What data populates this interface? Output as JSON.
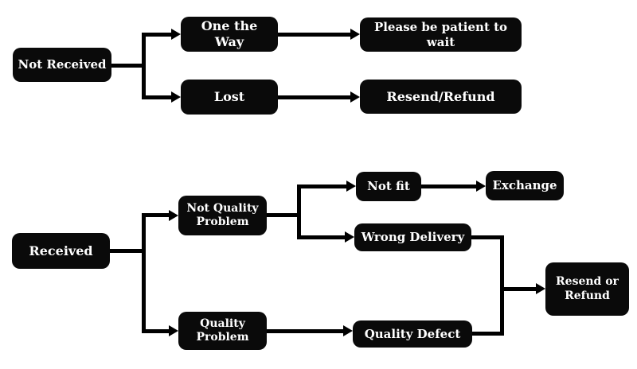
{
  "colors": {
    "background": "#ffffff",
    "node_fill": "#0a0a0a",
    "node_text": "#ffffff",
    "connector": "#000000"
  },
  "nodes": {
    "not_received": {
      "label": "Not Received"
    },
    "one_the_way": {
      "label": "One the Way"
    },
    "please_wait": {
      "label": "Please be patient to wait"
    },
    "lost": {
      "label": "Lost"
    },
    "resend_refund": {
      "label": "Resend/Refund"
    },
    "received": {
      "label": "Received"
    },
    "not_quality_problem": {
      "label": "Not Quality Problem"
    },
    "quality_problem": {
      "label": "Quality Problem"
    },
    "not_fit": {
      "label": "Not fit"
    },
    "exchange": {
      "label": "Exchange"
    },
    "wrong_delivery": {
      "label": "Wrong Delivery"
    },
    "quality_defect": {
      "label": "Quality Defect"
    },
    "resend_or_refund": {
      "label": "Resend or Refund"
    }
  },
  "edges": [
    {
      "from": "not_received",
      "to": "one_the_way"
    },
    {
      "from": "not_received",
      "to": "lost"
    },
    {
      "from": "one_the_way",
      "to": "please_wait"
    },
    {
      "from": "lost",
      "to": "resend_refund"
    },
    {
      "from": "received",
      "to": "not_quality_problem"
    },
    {
      "from": "received",
      "to": "quality_problem"
    },
    {
      "from": "not_quality_problem",
      "to": "not_fit"
    },
    {
      "from": "not_quality_problem",
      "to": "wrong_delivery"
    },
    {
      "from": "not_fit",
      "to": "exchange"
    },
    {
      "from": "wrong_delivery",
      "to": "resend_or_refund"
    },
    {
      "from": "quality_problem",
      "to": "quality_defect"
    },
    {
      "from": "quality_defect",
      "to": "resend_or_refund"
    }
  ]
}
